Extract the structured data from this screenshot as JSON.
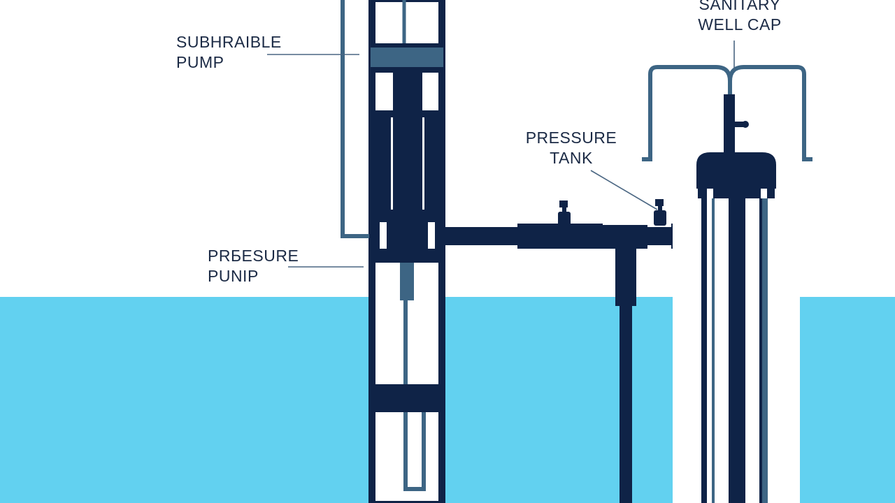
{
  "labels": {
    "submersible_pump": {
      "line1": "SUBHRAIBLE",
      "line2": "PUMP"
    },
    "pressure_pump": {
      "line1": "PRБESURE",
      "line2": "PUNIP"
    },
    "pressure_tank": {
      "line1": "PRESSURE",
      "line2": "TANK"
    },
    "sanitary_well_cap": {
      "line1": "SANITARY",
      "line2": "WELL CAP"
    }
  },
  "colors": {
    "background": "#ffffff",
    "water": "#62d1f0",
    "navy": "#0f2347",
    "steel": "#3d6584",
    "white": "#ffffff",
    "label_text": "#1b2a45",
    "leader_line": "#4a6682"
  },
  "icons": [
    "valve-icon"
  ]
}
